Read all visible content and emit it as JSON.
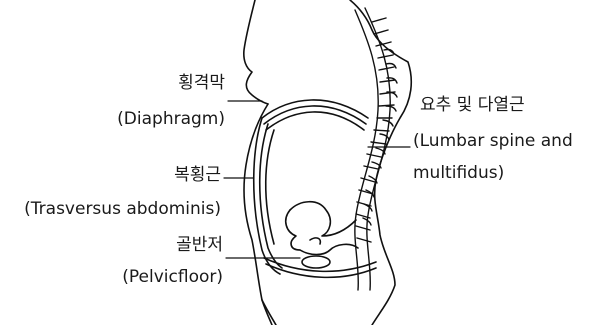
{
  "labels": {
    "diaphragm_ko": "횡격막",
    "diaphragm_en": "(Diaphragm)",
    "ta_ko": "복횡근",
    "ta_en": "(Trasversus abdominis)",
    "pelvic_ko": "골반저",
    "pelvic_en": "(Pelvicfloor)",
    "spine_ko": "요추 및 다열근",
    "spine_en_1": "(Lumbar spine and",
    "spine_en_2": "multifidus)"
  },
  "colors": {
    "line": "#111111",
    "text": "#1a1a1a"
  }
}
